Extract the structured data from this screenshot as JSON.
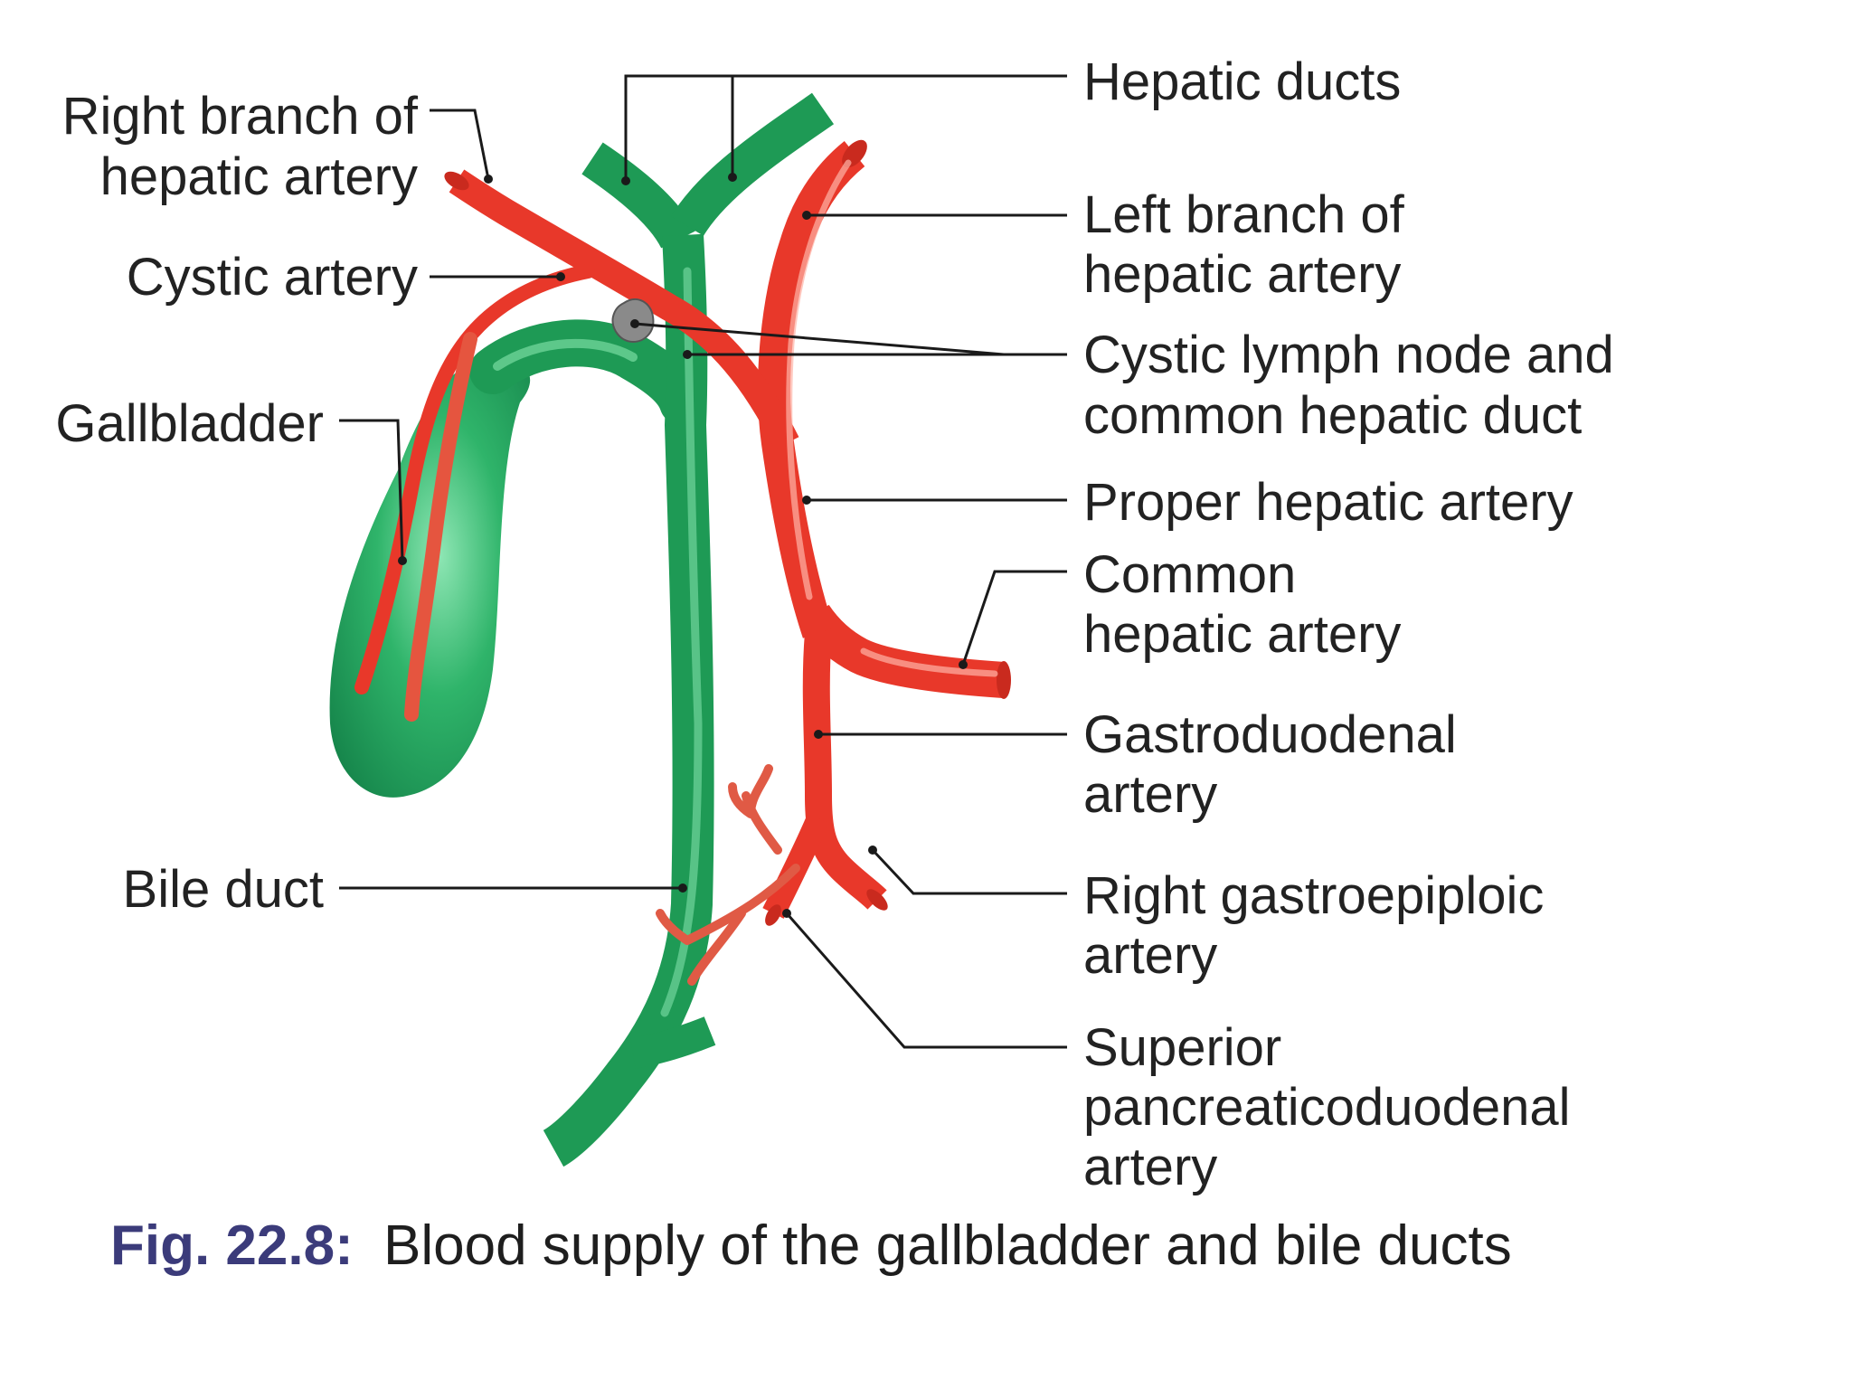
{
  "colors": {
    "duct_green": "#1e9a55",
    "duct_highlight": "#7fe0a8",
    "artery_red": "#e8382a",
    "artery_highlight": "#ffb3a6",
    "lymph_node_gray": "#8a8a8a",
    "caption_number": "#3b3b7a",
    "text": "#222222"
  },
  "labels": {
    "right_branch": [
      "Right branch of",
      "hepatic artery"
    ],
    "cystic_artery": [
      "Cystic artery"
    ],
    "gallbladder": [
      "Gallbladder"
    ],
    "bile_duct": [
      "Bile duct"
    ],
    "hepatic_ducts": [
      "Hepatic ducts"
    ],
    "left_branch": [
      "Left branch of",
      "hepatic artery"
    ],
    "cystic_lymph": [
      "Cystic lymph node and",
      "common hepatic duct"
    ],
    "proper_hepatic": [
      "Proper hepatic artery"
    ],
    "common_hepatic": [
      "Common",
      "hepatic artery"
    ],
    "gastroduodenal": [
      "Gastroduodenal",
      "artery"
    ],
    "right_gastroepiploic": [
      "Right gastroepiploic",
      "artery"
    ],
    "superior_pancreatico": [
      "Superior",
      "pancreaticoduodenal",
      "artery"
    ]
  },
  "caption": {
    "number": "Fig. 22.8:",
    "text": "Blood supply of the gallbladder and bile ducts"
  }
}
